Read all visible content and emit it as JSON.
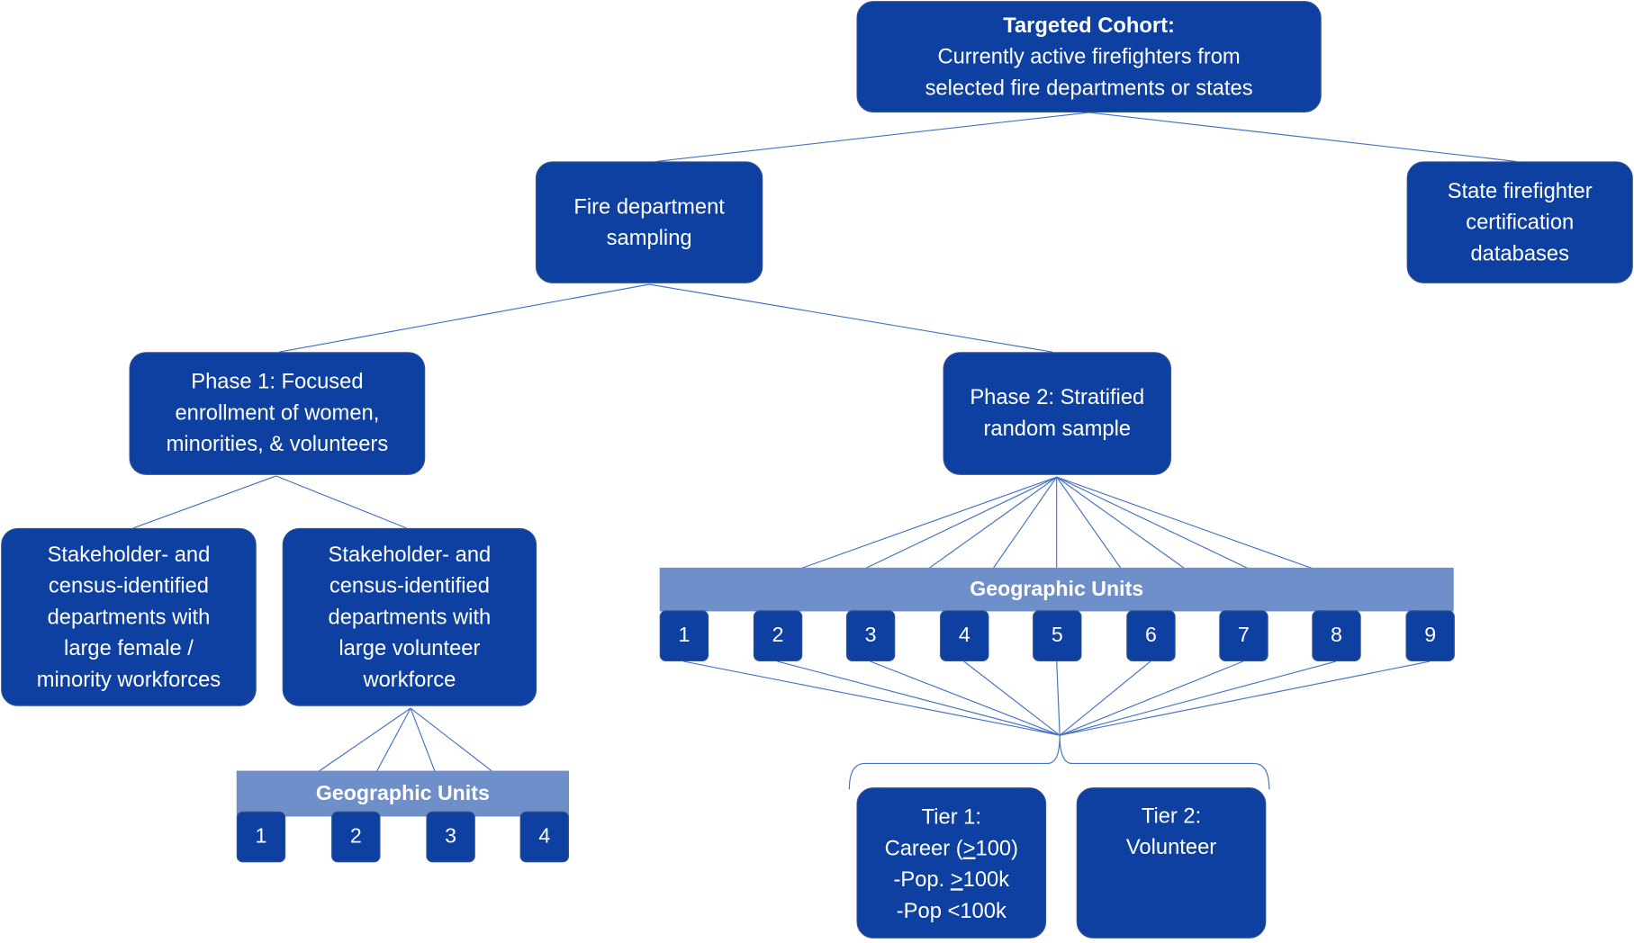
{
  "colors": {
    "box": "#0D40A0",
    "band": "#6F8FCB",
    "line": "#4472C4"
  },
  "cohort": {
    "title": "Targeted Cohort:",
    "line1": "Currently active firefighters from",
    "line2": "selected fire departments or states"
  },
  "fire_dept": {
    "line1": "Fire department",
    "line2": "sampling"
  },
  "state": {
    "line1": "State firefighter",
    "line2": "certification",
    "line3": "databases"
  },
  "phase1": {
    "line1": "Phase 1: Focused",
    "line2": "enrollment of women,",
    "line3": "minorities, & volunteers"
  },
  "phase2": {
    "line1": "Phase 2: Stratified",
    "line2": "random sample"
  },
  "stake_a": {
    "line1": "Stakeholder- and",
    "line2": "census-identified",
    "line3": "departments with",
    "line4": "large female /",
    "line5": "minority workforces"
  },
  "stake_b": {
    "line1": "Stakeholder- and",
    "line2": "census-identified",
    "line3": "departments with",
    "line4": "large volunteer",
    "line5": "workforce"
  },
  "geo_right": {
    "label": "Geographic Units",
    "units": [
      "1",
      "2",
      "3",
      "4",
      "5",
      "6",
      "7",
      "8",
      "9"
    ]
  },
  "geo_left": {
    "label": "Geographic Units",
    "units": [
      "1",
      "2",
      "3",
      "4"
    ]
  },
  "tier1": {
    "line1": "Tier 1:",
    "line2a": "Career (",
    "line2u": ">",
    "line2b": "100)",
    "line3a": "-Pop. ",
    "line3u": ">",
    "line3b": "100k",
    "line4": "-Pop <100k"
  },
  "tier2": {
    "line1": "Tier 2:",
    "line2": "Volunteer"
  }
}
